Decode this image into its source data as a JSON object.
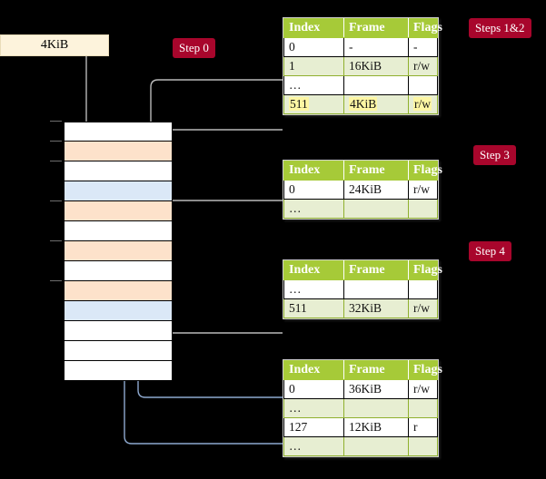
{
  "diagram": {
    "title_role": "x86-64 four-level page table walk",
    "virtual_page": {
      "label": "4KiB"
    },
    "badges": [
      {
        "name": "step-0",
        "label": "Step 0"
      },
      {
        "name": "steps-1-2",
        "label": "Steps 1&2"
      },
      {
        "name": "step-3",
        "label": "Step 3"
      },
      {
        "name": "step-4",
        "label": "Step 4"
      }
    ],
    "colors": {
      "badge_bg": "#a8062c",
      "table_header_bg": "#a6ca38",
      "table_alt_row_bg": "#e7eed2",
      "highlight": "#fdf6a3",
      "frame_used": "#fde2cb",
      "frame_target": "#dbe8f7",
      "vpage_bg": "#fdf3dc",
      "wire_gray": "#b9b9b9",
      "wire_blue": "#8ea9cf"
    },
    "memory": {
      "name": "physical-memory-column",
      "frame_count": 13,
      "frames": [
        {
          "index": 0,
          "fill": "white",
          "tick": true
        },
        {
          "index": 1,
          "fill": "orange",
          "tick": true
        },
        {
          "index": 2,
          "fill": "white",
          "tick": true
        },
        {
          "index": 3,
          "fill": "blue",
          "tick": false
        },
        {
          "index": 4,
          "fill": "orange",
          "tick": true
        },
        {
          "index": 5,
          "fill": "white",
          "tick": false
        },
        {
          "index": 6,
          "fill": "orange",
          "tick": true
        },
        {
          "index": 7,
          "fill": "white",
          "tick": false
        },
        {
          "index": 8,
          "fill": "orange",
          "tick": true
        },
        {
          "index": 9,
          "fill": "blue",
          "tick": false
        },
        {
          "index": 10,
          "fill": "white",
          "tick": false
        },
        {
          "index": 11,
          "fill": "white",
          "tick": false
        },
        {
          "index": 12,
          "fill": "white",
          "tick": false
        }
      ]
    },
    "tables": [
      {
        "name": "page-table-level-4",
        "columns": [
          "Index",
          "Frame",
          "Flags"
        ],
        "rows": [
          {
            "style": "plain",
            "cells": [
              "0",
              "-",
              "-"
            ],
            "highlight": false
          },
          {
            "style": "alt",
            "cells": [
              "1",
              "16KiB",
              "r/w"
            ],
            "highlight": false
          },
          {
            "style": "plain",
            "cells": [
              "…",
              "",
              ""
            ],
            "highlight": false
          },
          {
            "style": "alt",
            "cells": [
              "511",
              "4KiB",
              "r/w"
            ],
            "highlight": true
          }
        ]
      },
      {
        "name": "page-table-level-3",
        "columns": [
          "Index",
          "Frame",
          "Flags"
        ],
        "rows": [
          {
            "style": "plain",
            "cells": [
              "0",
              "24KiB",
              "r/w"
            ],
            "highlight": false
          },
          {
            "style": "alt",
            "cells": [
              "…",
              "",
              ""
            ],
            "highlight": false
          }
        ]
      },
      {
        "name": "page-table-level-2",
        "columns": [
          "Index",
          "Frame",
          "Flags"
        ],
        "rows": [
          {
            "style": "plain",
            "cells": [
              "…",
              "",
              ""
            ],
            "highlight": false
          },
          {
            "style": "alt",
            "cells": [
              "511",
              "32KiB",
              "r/w"
            ],
            "highlight": false
          }
        ]
      },
      {
        "name": "page-table-level-1",
        "columns": [
          "Index",
          "Frame",
          "Flags"
        ],
        "rows": [
          {
            "style": "plain",
            "cells": [
              "0",
              "36KiB",
              "r/w"
            ],
            "highlight": false
          },
          {
            "style": "alt",
            "cells": [
              "…",
              "",
              ""
            ],
            "highlight": false
          },
          {
            "style": "plain",
            "cells": [
              "127",
              "12KiB",
              "r"
            ],
            "highlight": false
          },
          {
            "style": "alt",
            "cells": [
              "…",
              "",
              ""
            ],
            "highlight": false
          }
        ]
      }
    ]
  }
}
